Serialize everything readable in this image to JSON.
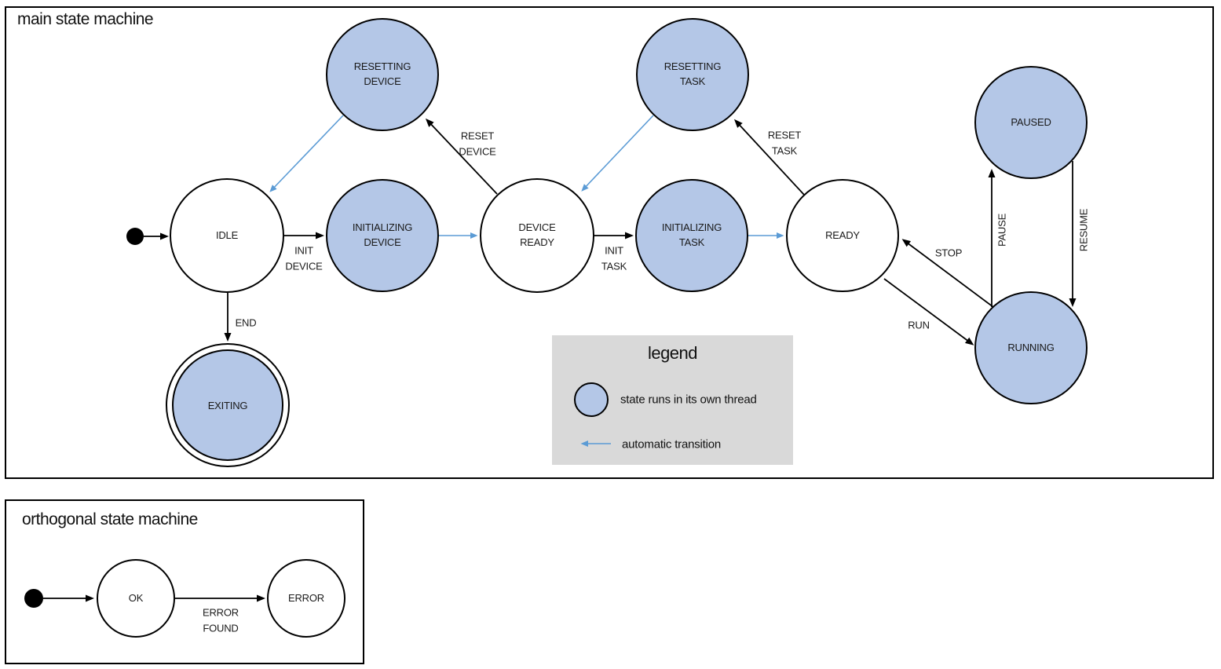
{
  "colors": {
    "edge": "#000000",
    "auto_transition": "#5b9bd5",
    "state_fill": "#b4c7e7",
    "state_stroke": "#000000",
    "legend_bg": "#d9d9d9"
  },
  "main": {
    "title": "main state machine",
    "states": {
      "idle": "IDLE",
      "resetting_device": "RESETTING\nDEVICE",
      "initializing_device": "INITIALIZING\nDEVICE",
      "device_ready": "DEVICE\nREADY",
      "resetting_task": "RESETTING\nTASK",
      "initializing_task": "INITIALIZING\nTASK",
      "ready": "READY",
      "paused": "PAUSED",
      "running": "RUNNING",
      "exiting": "EXITING"
    },
    "transitions": {
      "init_device": "INIT\nDEVICE",
      "reset_device": "RESET\nDEVICE",
      "init_task": "INIT\nTASK",
      "reset_task": "RESET\nTASK",
      "end": "END",
      "stop": "STOP",
      "run": "RUN",
      "pause": "PAUSE",
      "resume": "RESUME"
    }
  },
  "legend": {
    "title": "legend",
    "thread_item": "state runs in its own thread",
    "auto_item": "automatic transition"
  },
  "orthogonal": {
    "title": "orthogonal state machine",
    "states": {
      "ok": "OK",
      "error": "ERROR"
    },
    "transitions": {
      "error_found": "ERROR\nFOUND"
    }
  }
}
